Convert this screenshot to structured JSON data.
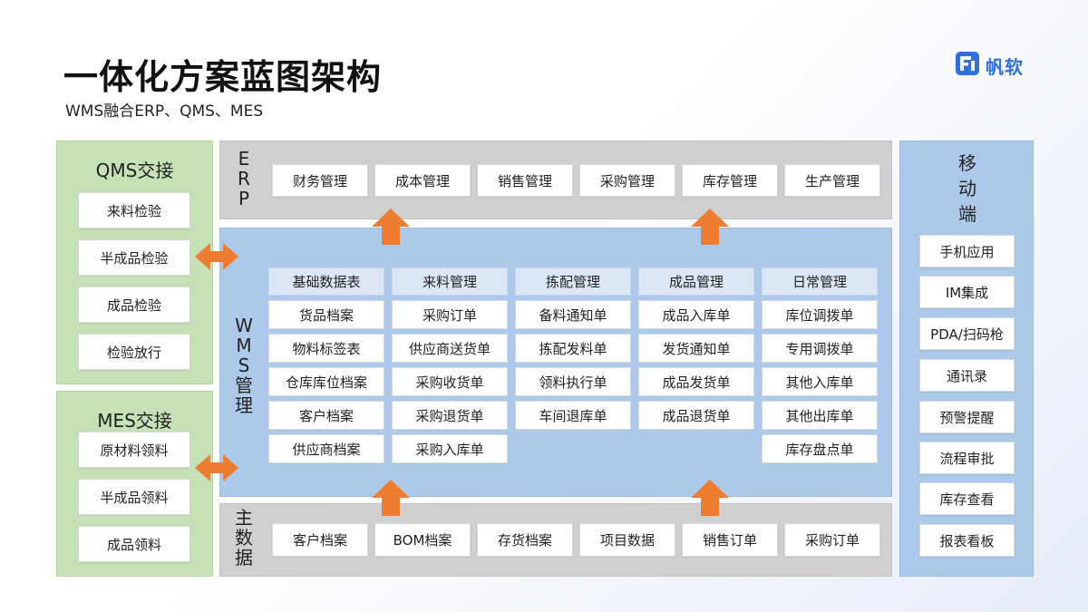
{
  "header": {
    "title": "一体化方案蓝图架构",
    "subtitle": "WMS融合ERP、QMS、MES",
    "logo_text": "帆软",
    "logo_icon": "fanruan-logo-icon"
  },
  "colors": {
    "green_panel": "#c7e1b7",
    "gray_panel": "#d0d0d0",
    "blue_panel": "#adc9ea",
    "header_cell": "#dce7f6",
    "arrow": "#ee7d31",
    "brand": "#2f6fe0"
  },
  "qms": {
    "title": "QMS交接",
    "items": [
      "来料检验",
      "半成品检验",
      "成品检验",
      "检验放行"
    ]
  },
  "mes": {
    "title": "MES交接",
    "items": [
      "原材料领料",
      "半成品领料",
      "成品领料"
    ]
  },
  "erp": {
    "title": "ERP",
    "items": [
      "财务管理",
      "成本管理",
      "销售管理",
      "采购管理",
      "库存管理",
      "生产管理"
    ]
  },
  "wms": {
    "title": "WMS管理",
    "columns": [
      {
        "header": "基础数据表",
        "items": [
          "货品档案",
          "物料标签表",
          "仓库库位档案",
          "客户档案",
          "供应商档案"
        ]
      },
      {
        "header": "来料管理",
        "items": [
          "采购订单",
          "供应商送货单",
          "采购收货单",
          "采购退货单",
          "采购入库单"
        ]
      },
      {
        "header": "拣配管理",
        "items": [
          "备料通知单",
          "拣配发料单",
          "领料执行单",
          "车间退库单"
        ]
      },
      {
        "header": "成品管理",
        "items": [
          "成品入库单",
          "发货通知单",
          "成品发货单",
          "成品退货单"
        ]
      },
      {
        "header": "日常管理",
        "items": [
          "库位调拨单",
          "专用调拨单",
          "其他入库单",
          "其他出库单",
          "库存盘点单"
        ]
      }
    ]
  },
  "master": {
    "title": "主数据",
    "items": [
      "客户档案",
      "BOM档案",
      "存货档案",
      "项目数据",
      "销售订单",
      "采购订单"
    ]
  },
  "mobile": {
    "title": "移动端",
    "items": [
      "手机应用",
      "IM集成",
      "PDA/扫码枪",
      "通讯录",
      "预警提醒",
      "流程审批",
      "库存查看",
      "报表看板"
    ]
  }
}
